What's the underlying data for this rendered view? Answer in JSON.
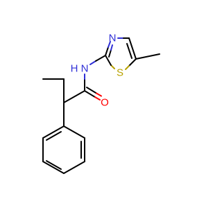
{
  "atoms": {
    "nh": {
      "label": "N",
      "sub": "H",
      "color": "#2f2fd7"
    },
    "n_ring": {
      "label": "N",
      "color": "#2f2fd7"
    },
    "s_ring": {
      "label": "S",
      "color": "#b8a200"
    },
    "o_carbonyl": {
      "label": "O",
      "color": "#ff0000"
    }
  },
  "colors": {
    "carbon_bond": "#000000",
    "nitrogen": "#2f2fd7",
    "oxygen": "#ff0000",
    "sulfur": "#b8a200",
    "background": "#ffffff"
  }
}
